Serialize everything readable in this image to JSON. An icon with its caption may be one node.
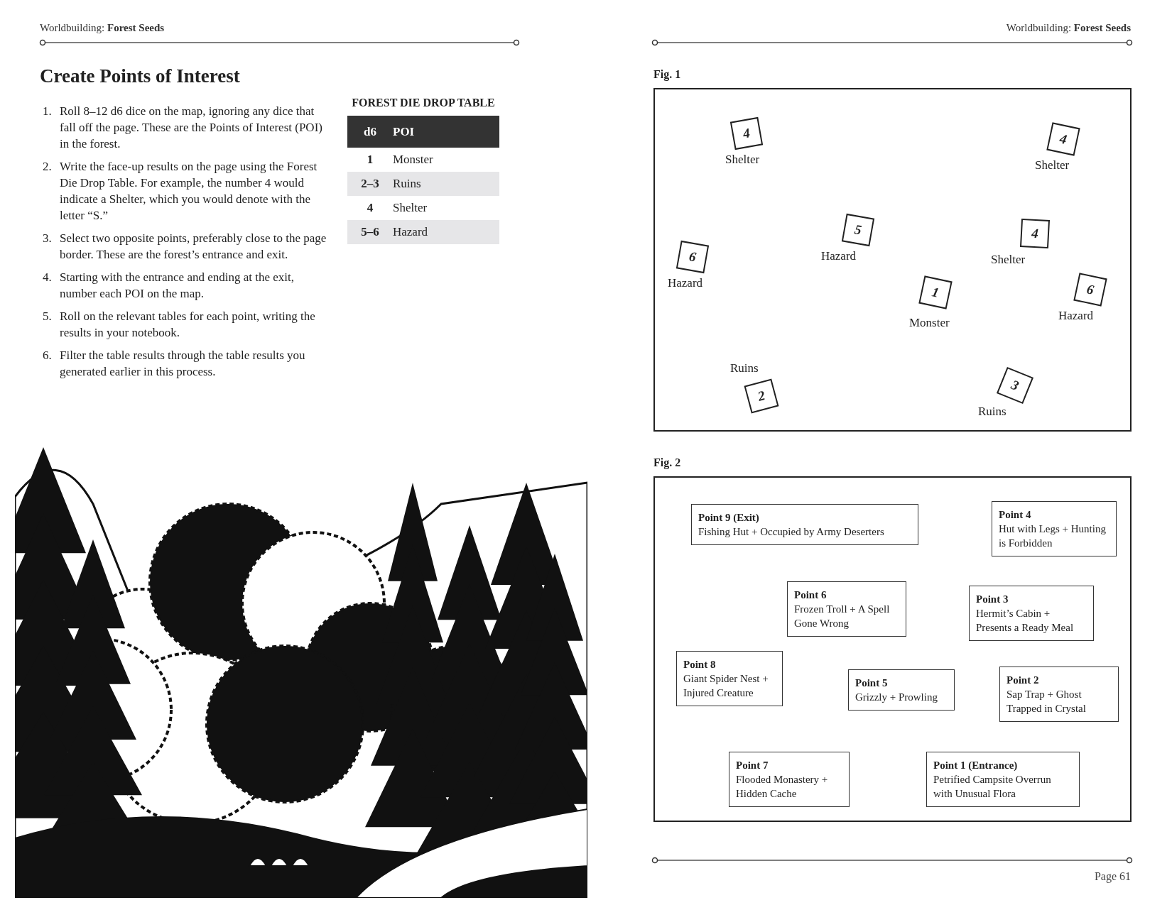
{
  "diagram": {
    "title": "Create Points of Interest",
    "nodes": [
      {
        "text": [
          "Fig. 1"
        ]
      },
      {
        "text": [
          "4"
        ],
        "in": 0,
        "beside": [
          "Shelter"
        ]
      },
      {
        "text": [
          "4"
        ],
        "in": 0,
        "beside": [
          "Shelter"
        ]
      },
      {
        "text": [
          "5"
        ],
        "in": 0,
        "beside": [
          "Hazard"
        ]
      },
      {
        "text": [
          "4"
        ],
        "in": 0,
        "beside": [
          "Shelter"
        ]
      },
      {
        "text": [
          "6"
        ],
        "in": 0,
        "beside": [
          "Hazard"
        ]
      },
      {
        "text": [
          "6"
        ],
        "in": 0,
        "beside": [
          "Hazard"
        ]
      },
      {
        "text": [
          "1"
        ],
        "in": 0,
        "beside": [
          "Monster"
        ]
      },
      {
        "text": [
          "3"
        ],
        "in": 0,
        "beside": [
          "Ruins"
        ]
      },
      {
        "text": [
          "2"
        ],
        "in": 0,
        "beside": [
          "Ruins"
        ]
      },
      {
        "text": [
          "Fig. 2"
        ]
      },
      {
        "text": [
          "Point 9 (Exit)",
          "Fishing Hut + Occupied by Army Deserters"
        ],
        "in": 10
      },
      {
        "text": [
          "Point 4",
          "Hut with Legs + Hunting is Forbidden"
        ],
        "in": 10
      },
      {
        "text": [
          "Point 6",
          "Frozen Troll + A Spell Gone Wrong"
        ],
        "in": 10
      },
      {
        "text": [
          "Point 3",
          "Hermit’s Cabin + Presents a Ready Meal"
        ],
        "in": 10
      },
      {
        "text": [
          "Point 8",
          "Giant Spider Nest + Injured Creature"
        ],
        "in": 10
      },
      {
        "text": [
          "Point 5",
          "Grizzly + Prowling"
        ],
        "in": 10
      },
      {
        "text": [
          "Point 2",
          "Sap Trap + Ghost Trapped in Crystal"
        ],
        "in": 10
      },
      {
        "text": [
          "Point 7",
          "Flooded Monastery + Hidden Cache"
        ],
        "in": 10
      },
      {
        "text": [
          "Point 1 (Entrance)",
          "Petrified Campsite Overrun with Unusual Flora"
        ],
        "in": 10
      }
    ],
    "labels": [
      "Worldbuilding: **Forest Seeds**",
      "Worldbuilding: **Forest Seeds**",
      "1.",
      "Roll 8–12 d6 dice on the map, ignoring any dice that fall off the page. These are the Points of Interest (POI) in the forest.",
      "2.",
      "Write the face-up results on the page using the Forest Die Drop Table. For example, the number 4 would indicate a Shelter, which you would denote with the letter “S.”",
      "3.",
      "Select two opposite points, preferably close to the page border. These are the forest’s entrance and exit.",
      "4.",
      "Starting with the entrance and ending at the exit, number each POI on the map.",
      "5.",
      "Roll on the relevant tables for each point, writing the results in your notebook.",
      "6.",
      "Filter the table results through the table results you generated earlier in this process.",
      "FOREST DIE DROP TABLE",
      "d6",
      "POI",
      "1",
      "Monster",
      "2–3",
      "Ruins",
      "4",
      "Shelter",
      "5–6",
      "Hazard",
      "Page 61"
    ]
  }
}
